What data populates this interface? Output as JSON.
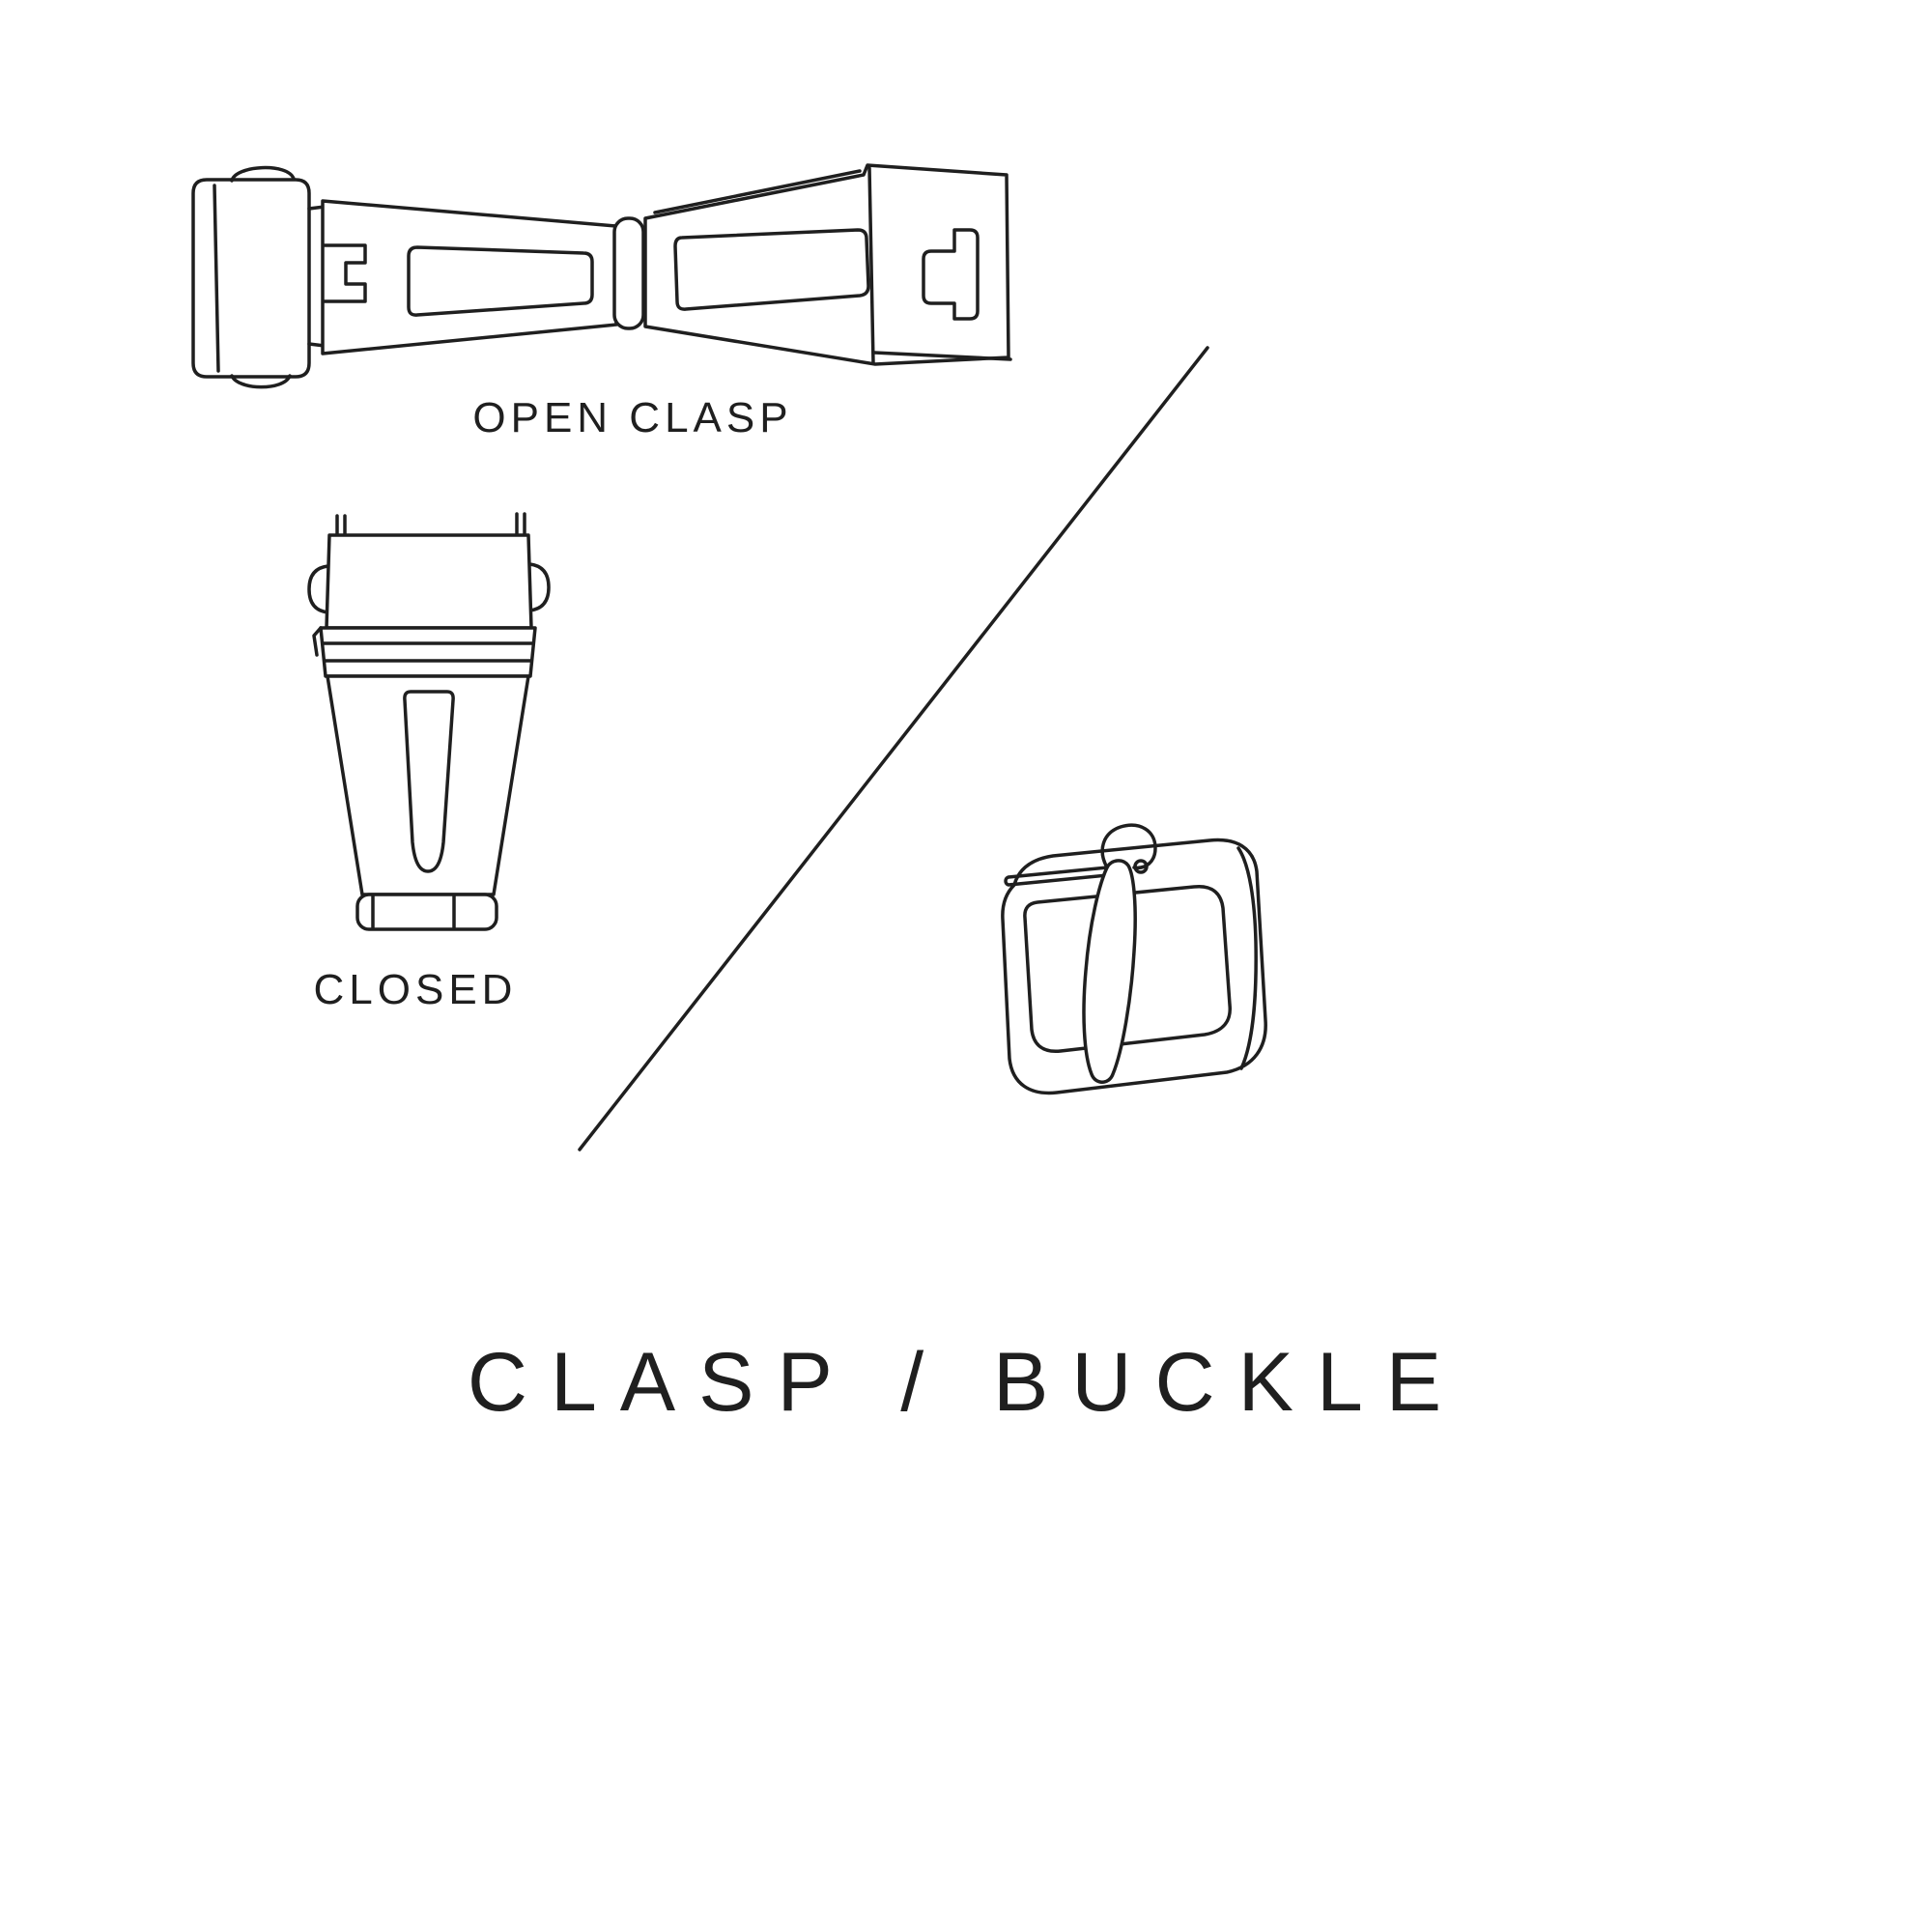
{
  "title": "CLASP / BUCKLE",
  "colors": {
    "background": "#ffffff",
    "ink": "#1f1f1f"
  },
  "figures": {
    "open_clasp": {
      "name": "open-clasp-illustration",
      "label": "OPEN CLASP"
    },
    "closed_clasp": {
      "name": "closed-clasp-illustration",
      "label": "CLOSED"
    },
    "pin_buckle": {
      "name": "pin-buckle-illustration"
    }
  },
  "divider": {
    "name": "diagonal-divider-line"
  }
}
